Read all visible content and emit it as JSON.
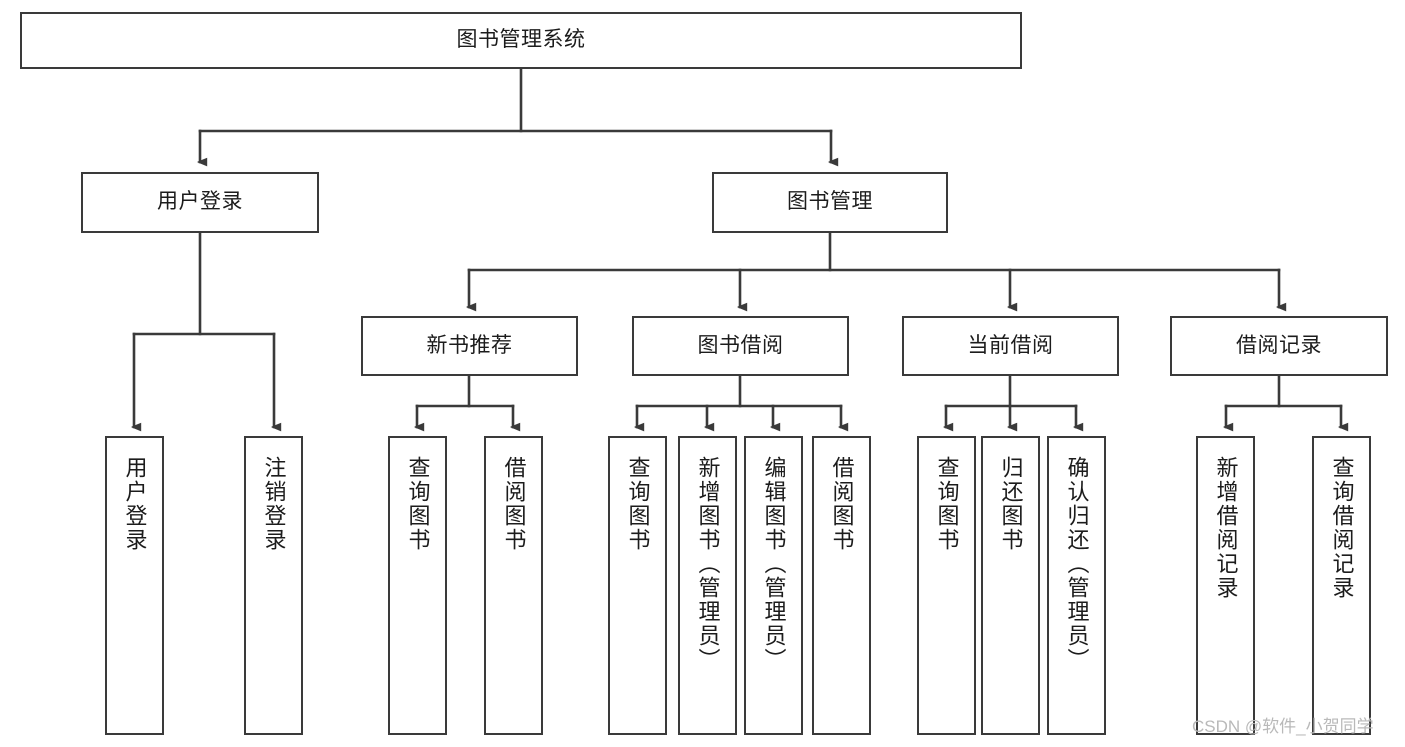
{
  "diagram": {
    "title": "图书管理系统",
    "type": "hierarchy-tree",
    "watermark": "CSDN @软件_小贺同学",
    "colors": {
      "stroke": "#3a3a3a",
      "fill": "#ffffff",
      "text": "#1c1c1c",
      "watermark": "#b9b9b9"
    },
    "nodes": {
      "root": {
        "label": "图书管理系统",
        "level": 1
      },
      "l2": [
        {
          "label": "用户登录",
          "level": 2
        },
        {
          "label": "图书管理",
          "level": 2
        }
      ],
      "l3": [
        {
          "label": "新书推荐",
          "level": 3
        },
        {
          "label": "图书借阅",
          "level": 3
        },
        {
          "label": "当前借阅",
          "level": 3
        },
        {
          "label": "借阅记录",
          "level": 3
        }
      ],
      "leaves_user_login": [
        {
          "label": "用户登录"
        },
        {
          "label": "注销登录"
        }
      ],
      "leaves_new_book": [
        {
          "label": "查询图书"
        },
        {
          "label": "借阅图书"
        }
      ],
      "leaves_borrow": [
        {
          "label": "查询图书"
        },
        {
          "label": "新增图书（管理员）"
        },
        {
          "label": "编辑图书（管理员）"
        },
        {
          "label": "借阅图书"
        }
      ],
      "leaves_current": [
        {
          "label": "查询图书"
        },
        {
          "label": "归还图书"
        },
        {
          "label": "确认归还（管理员）"
        }
      ],
      "leaves_records": [
        {
          "label": "新增借阅记录"
        },
        {
          "label": "查询借阅记录"
        }
      ]
    }
  }
}
